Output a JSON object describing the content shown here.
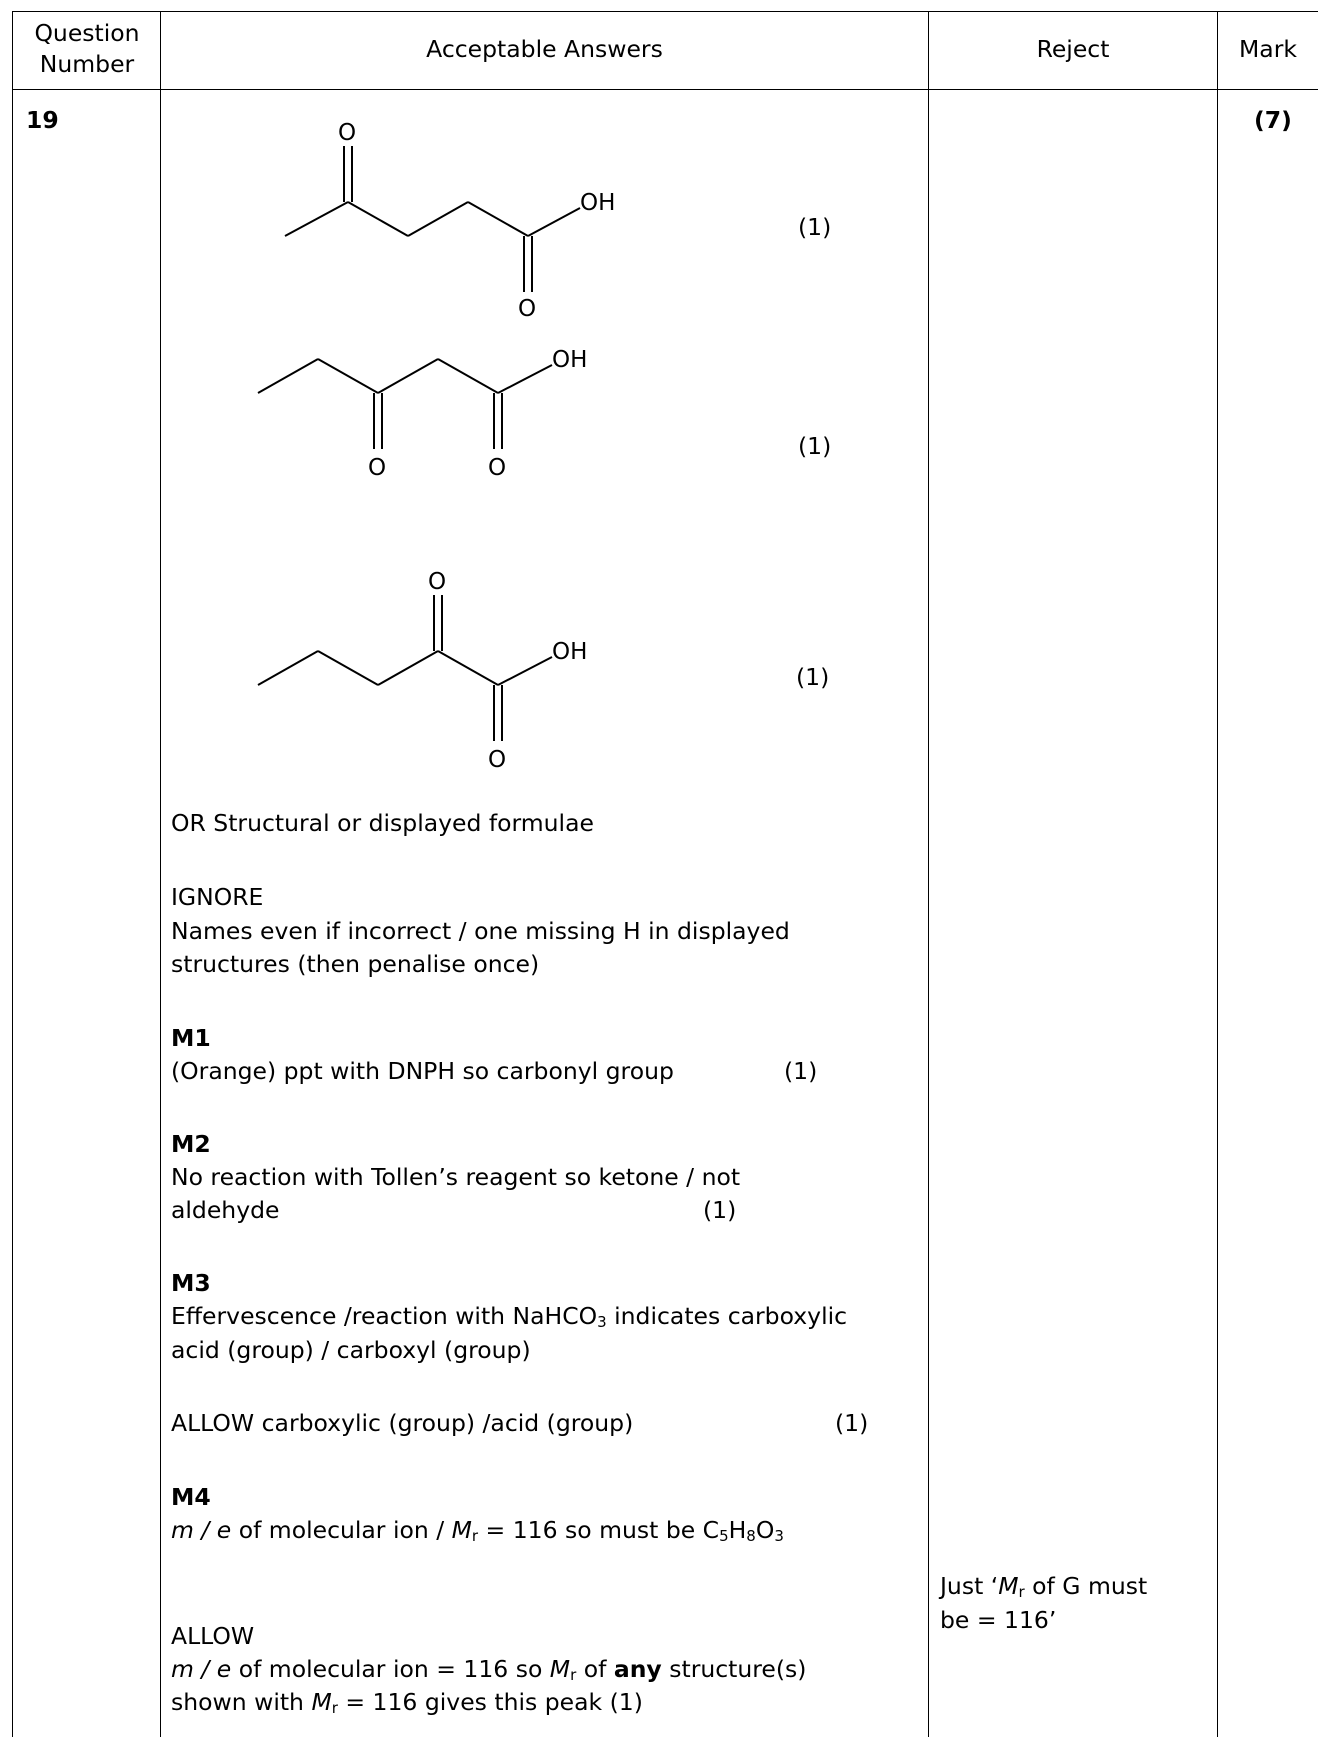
{
  "headers": {
    "question_number": "Question Number",
    "acceptable_answers": "Acceptable Answers",
    "reject": "Reject",
    "mark": "Mark"
  },
  "question": {
    "number": "19",
    "total_mark": "(7)"
  },
  "structures": [
    {
      "name": "4-oxopentanoic acid",
      "mark": "(1)",
      "oh_label": "OH",
      "o_label": "O"
    },
    {
      "name": "3-oxopentanoic acid",
      "mark": "(1)",
      "oh_label": "OH",
      "o_label": "O"
    },
    {
      "name": "2-oxopentanoic acid",
      "mark": "(1)",
      "oh_label": "OH",
      "o_label": "O"
    }
  ],
  "answer": {
    "or_line": "OR Structural or displayed formulae",
    "ignore_heading": "IGNORE",
    "ignore_line1": "Names even if incorrect / one missing H in displayed",
    "ignore_line2": "structures (then penalise once)",
    "m1_title": "M1",
    "m1_text": "(Orange) ppt with DNPH so carbonyl group",
    "m1_mark": "(1)",
    "m2_title": "M2",
    "m2_line1": "No reaction with Tollen’s reagent so ketone / not",
    "m2_line2": "aldehyde",
    "m2_mark": "(1)",
    "m3_title": "M3",
    "m3_line1_pre": "Effervescence /reaction with NaHCO",
    "m3_line1_sub": "3",
    "m3_line1_post": " indicates carboxylic",
    "m3_line2": "acid (group) / carboxyl (group)",
    "m3_allow": "ALLOW  carboxylic (group) /acid (group)",
    "m3_mark": "(1)",
    "m4_title": "M4",
    "m4_line1_pre": " of molecular ion / ",
    "m4_line1_mid": " = 116 so must be C",
    "m4_allow_heading": "ALLOW",
    "m4_allow_line1_pre": " of molecular ion = 116 so ",
    "m4_allow_line1_of": " of ",
    "m4_allow_line1_any": "any",
    "m4_allow_line1_post": " structure(s)",
    "m4_allow_line2_pre": "shown with ",
    "m4_allow_line2_post": " = 116 gives this peak    (1)",
    "me": "m / e",
    "mr_M": "M",
    "mr_r": "r",
    "formula_5": "5",
    "formula_H": "H",
    "formula_8": "8",
    "formula_O": "O",
    "formula_3": "3"
  },
  "reject": {
    "line1_pre": "Just ‘",
    "line1_post": " of G must",
    "line2": "be = 116’"
  }
}
